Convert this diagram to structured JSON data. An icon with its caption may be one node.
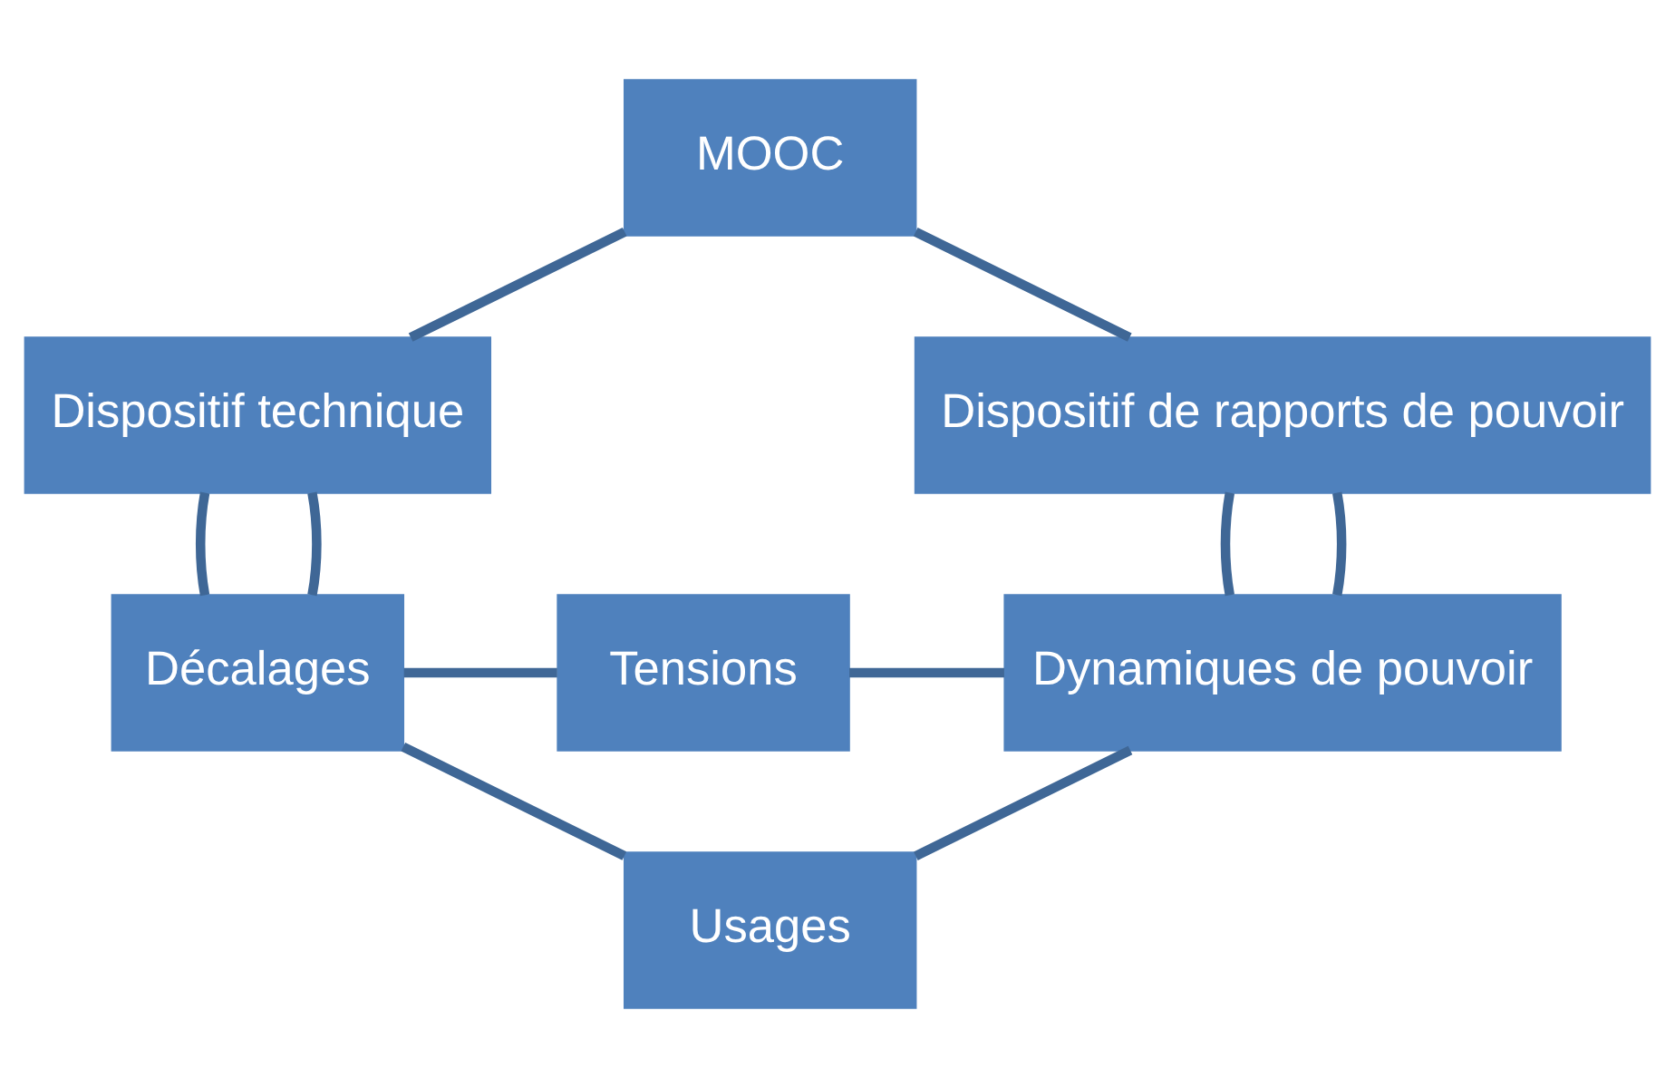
{
  "diagram": {
    "nodes": [
      {
        "text": [
          "MOOC"
        ]
      },
      {
        "text": [
          "Dispositif technique"
        ]
      },
      {
        "text": [
          "Dispositif de rapports de pouvoir"
        ]
      },
      {
        "text": [
          "Décalages"
        ]
      },
      {
        "text": [
          "Tensions"
        ]
      },
      {
        "text": [
          "Dynamiques de pouvoir"
        ]
      },
      {
        "text": [
          "Usages"
        ]
      }
    ],
    "edges": [
      {
        "from": 0,
        "to": 1,
        "arrow": "none"
      },
      {
        "from": 0,
        "to": 2,
        "arrow": "none"
      },
      {
        "from": 1,
        "to": 3,
        "arrow": "none"
      },
      {
        "from": 1,
        "to": 3,
        "arrow": "none"
      },
      {
        "from": 2,
        "to": 5,
        "arrow": "none"
      },
      {
        "from": 2,
        "to": 5,
        "arrow": "none"
      },
      {
        "from": 3,
        "to": 4,
        "arrow": "none"
      },
      {
        "from": 4,
        "to": 5,
        "arrow": "none"
      },
      {
        "from": 3,
        "to": 6,
        "arrow": "none"
      },
      {
        "from": 6,
        "to": 5,
        "arrow": "none"
      }
    ]
  }
}
